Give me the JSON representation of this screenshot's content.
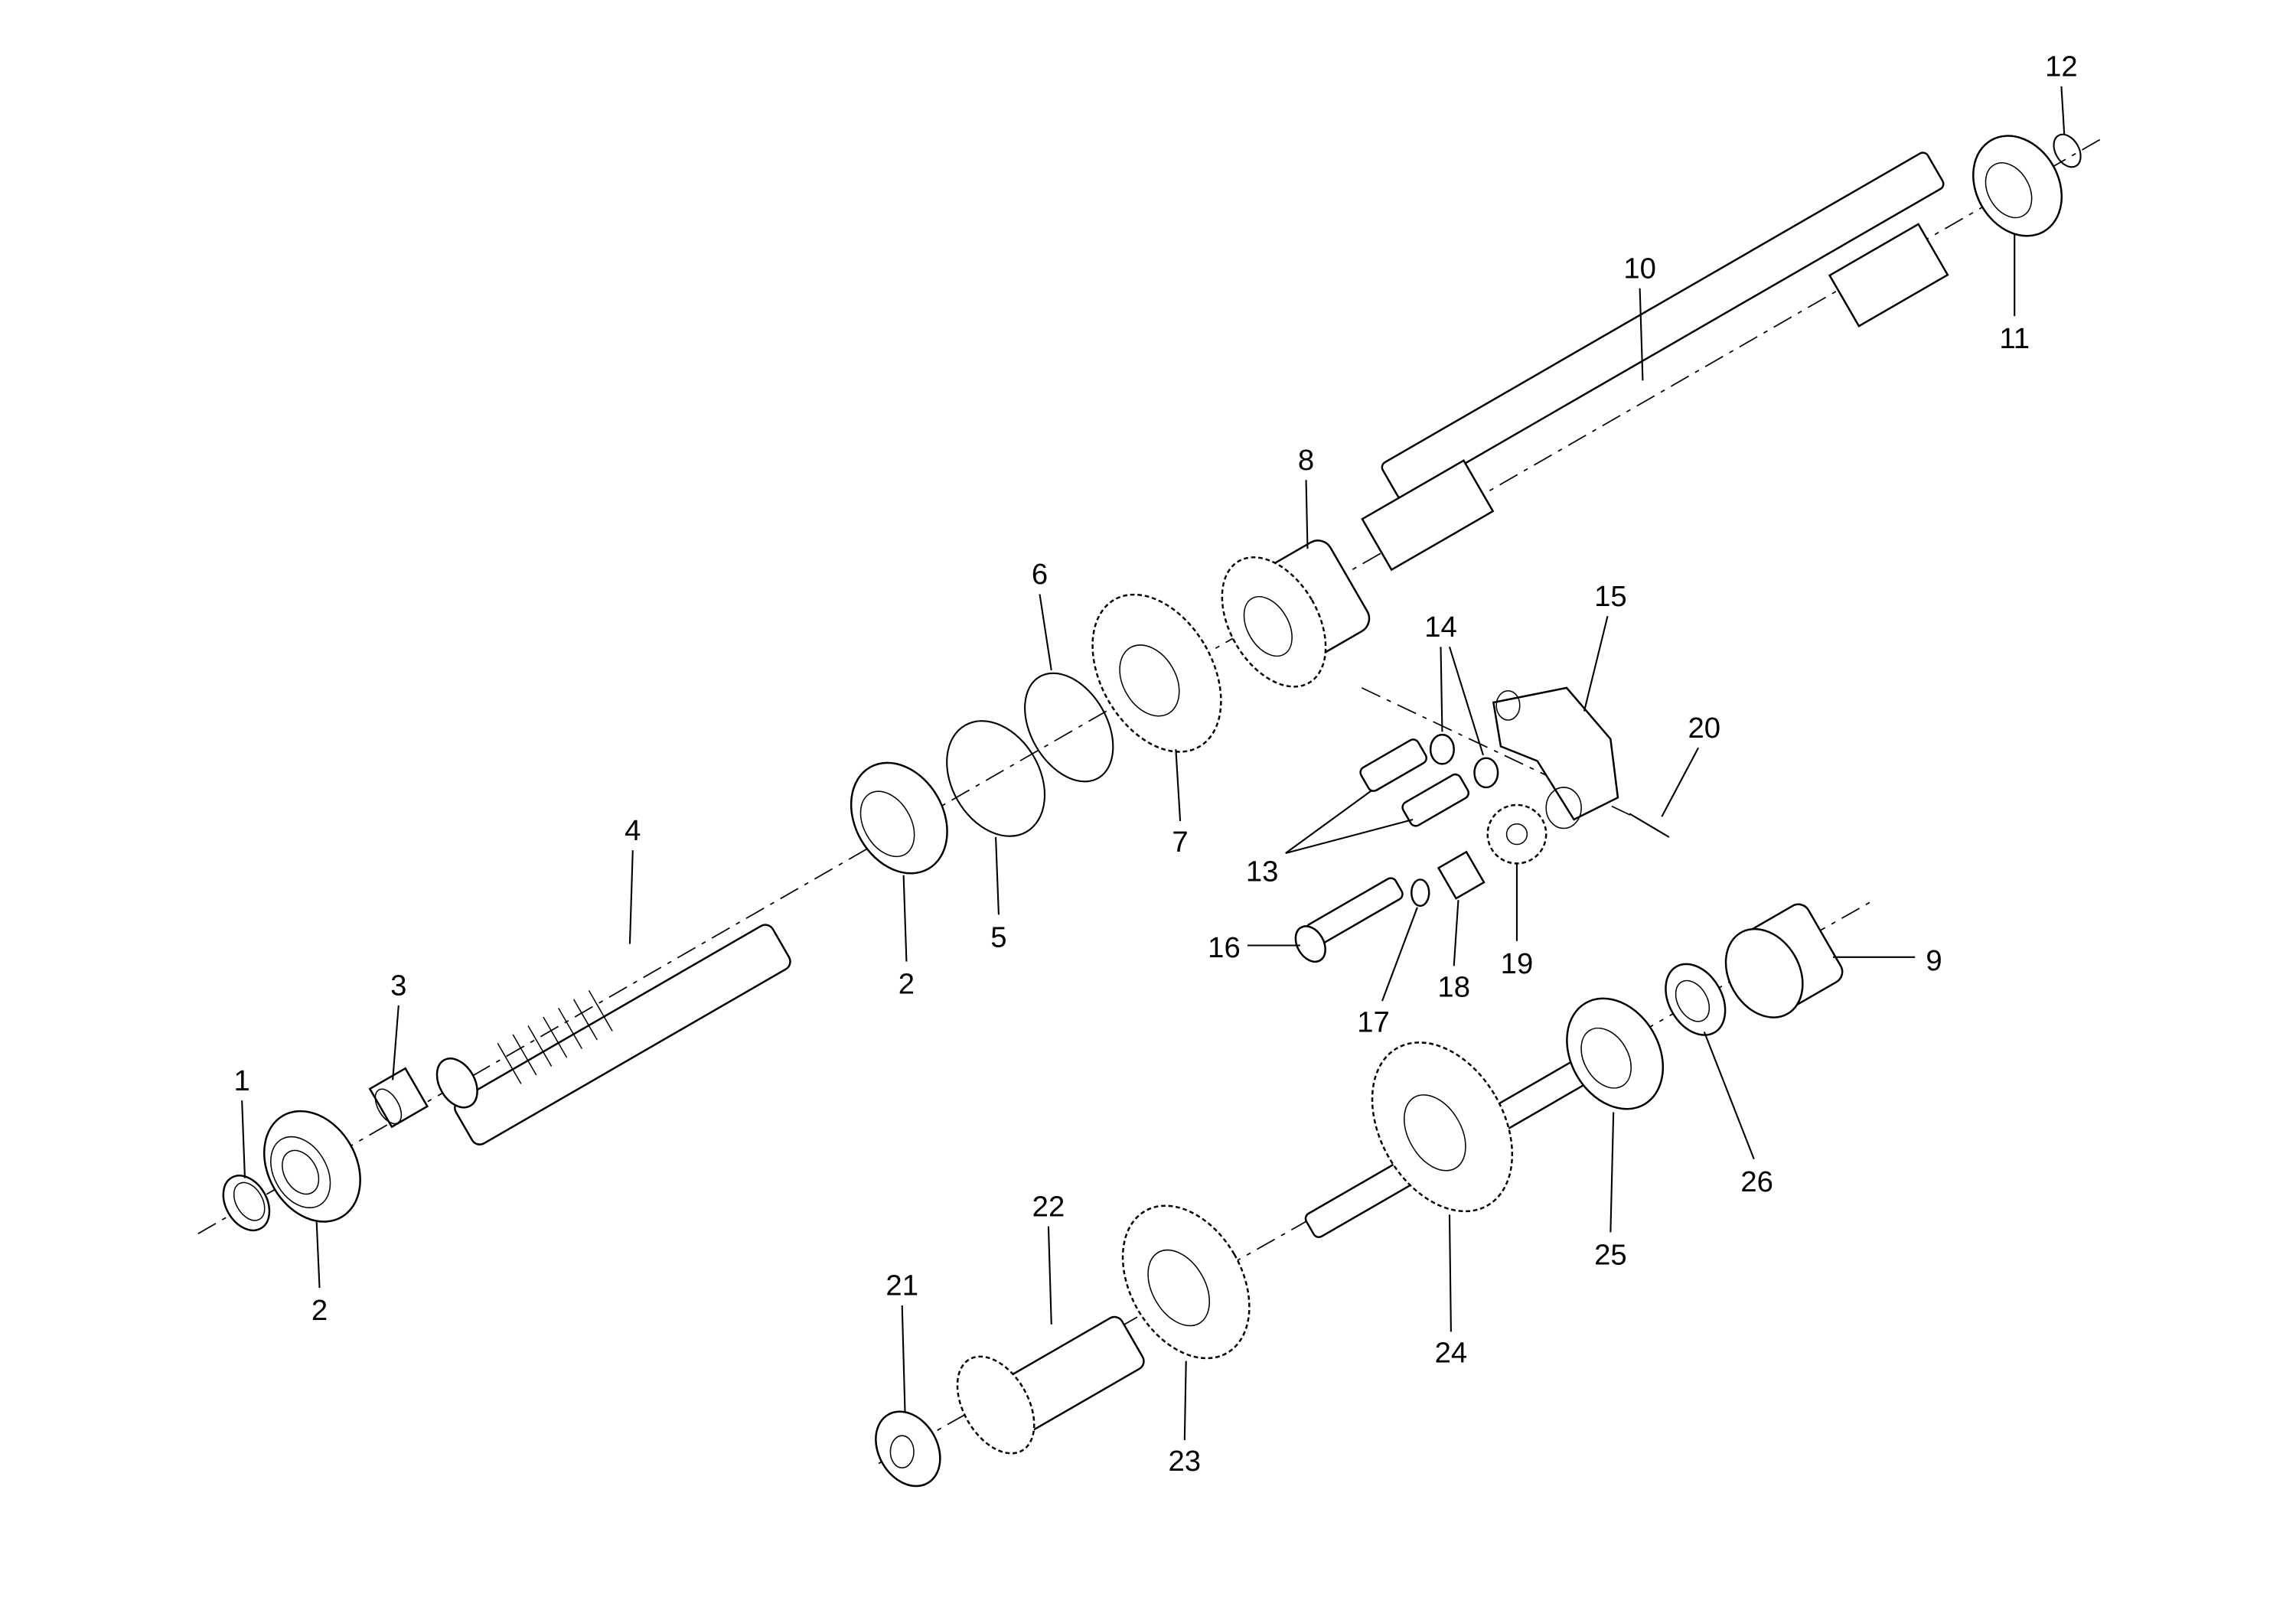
{
  "diagram": {
    "type": "exploded-parts-drawing",
    "callouts": {
      "p1": "1",
      "p2a": "2",
      "p2b": "2",
      "p3": "3",
      "p4": "4",
      "p5": "5",
      "p6": "6",
      "p7": "7",
      "p8": "8",
      "p9": "9",
      "p10": "10",
      "p11": "11",
      "p12": "12",
      "p13": "13",
      "p14": "14",
      "p15": "15",
      "p16": "16",
      "p17": "17",
      "p18": "18",
      "p19": "19",
      "p20": "20",
      "p21": "21",
      "p22": "22",
      "p23": "23",
      "p24": "24",
      "p25": "25",
      "p26": "26"
    }
  }
}
